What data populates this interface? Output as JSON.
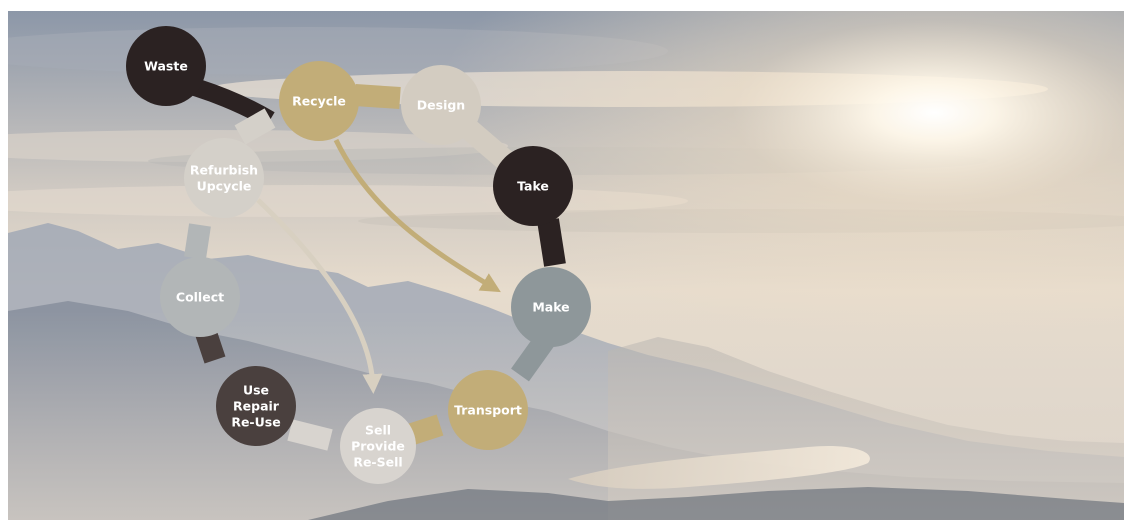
{
  "diagram": {
    "nodes": [
      {
        "id": "waste",
        "lines": [
          "Waste"
        ],
        "fill": "#2b2222",
        "text": "#ffffff"
      },
      {
        "id": "recycle",
        "lines": [
          "Recycle"
        ],
        "fill": "#c2ad78",
        "text": "#ffffff"
      },
      {
        "id": "design",
        "lines": [
          "Design"
        ],
        "fill": "#d3ccc1",
        "text": "#ffffff"
      },
      {
        "id": "take",
        "lines": [
          "Take"
        ],
        "fill": "#2b2222",
        "text": "#ffffff"
      },
      {
        "id": "make",
        "lines": [
          "Make"
        ],
        "fill": "#8e979a",
        "text": "#ffffff"
      },
      {
        "id": "transport",
        "lines": [
          "Transport"
        ],
        "fill": "#c2ad78",
        "text": "#ffffff"
      },
      {
        "id": "sell",
        "lines": [
          "Sell",
          "Provide",
          "Re-Sell"
        ],
        "fill": "#d8d4cf",
        "text": "#ffffff"
      },
      {
        "id": "use",
        "lines": [
          "Use",
          "Repair",
          "Re-Use"
        ],
        "fill": "#4a403e",
        "text": "#ffffff"
      },
      {
        "id": "collect",
        "lines": [
          "Collect"
        ],
        "fill": "#b2b6b7",
        "text": "#ffffff"
      },
      {
        "id": "refurbish",
        "lines": [
          "Refurbish",
          "Upcycle"
        ],
        "fill": "#d4d0c9",
        "text": "#ffffff"
      }
    ],
    "arrows": [
      {
        "from": "recycle",
        "to": "make",
        "color": "#c2ad78"
      },
      {
        "from": "refurbish",
        "to": "sell",
        "color": "#d8d0c1"
      }
    ]
  }
}
